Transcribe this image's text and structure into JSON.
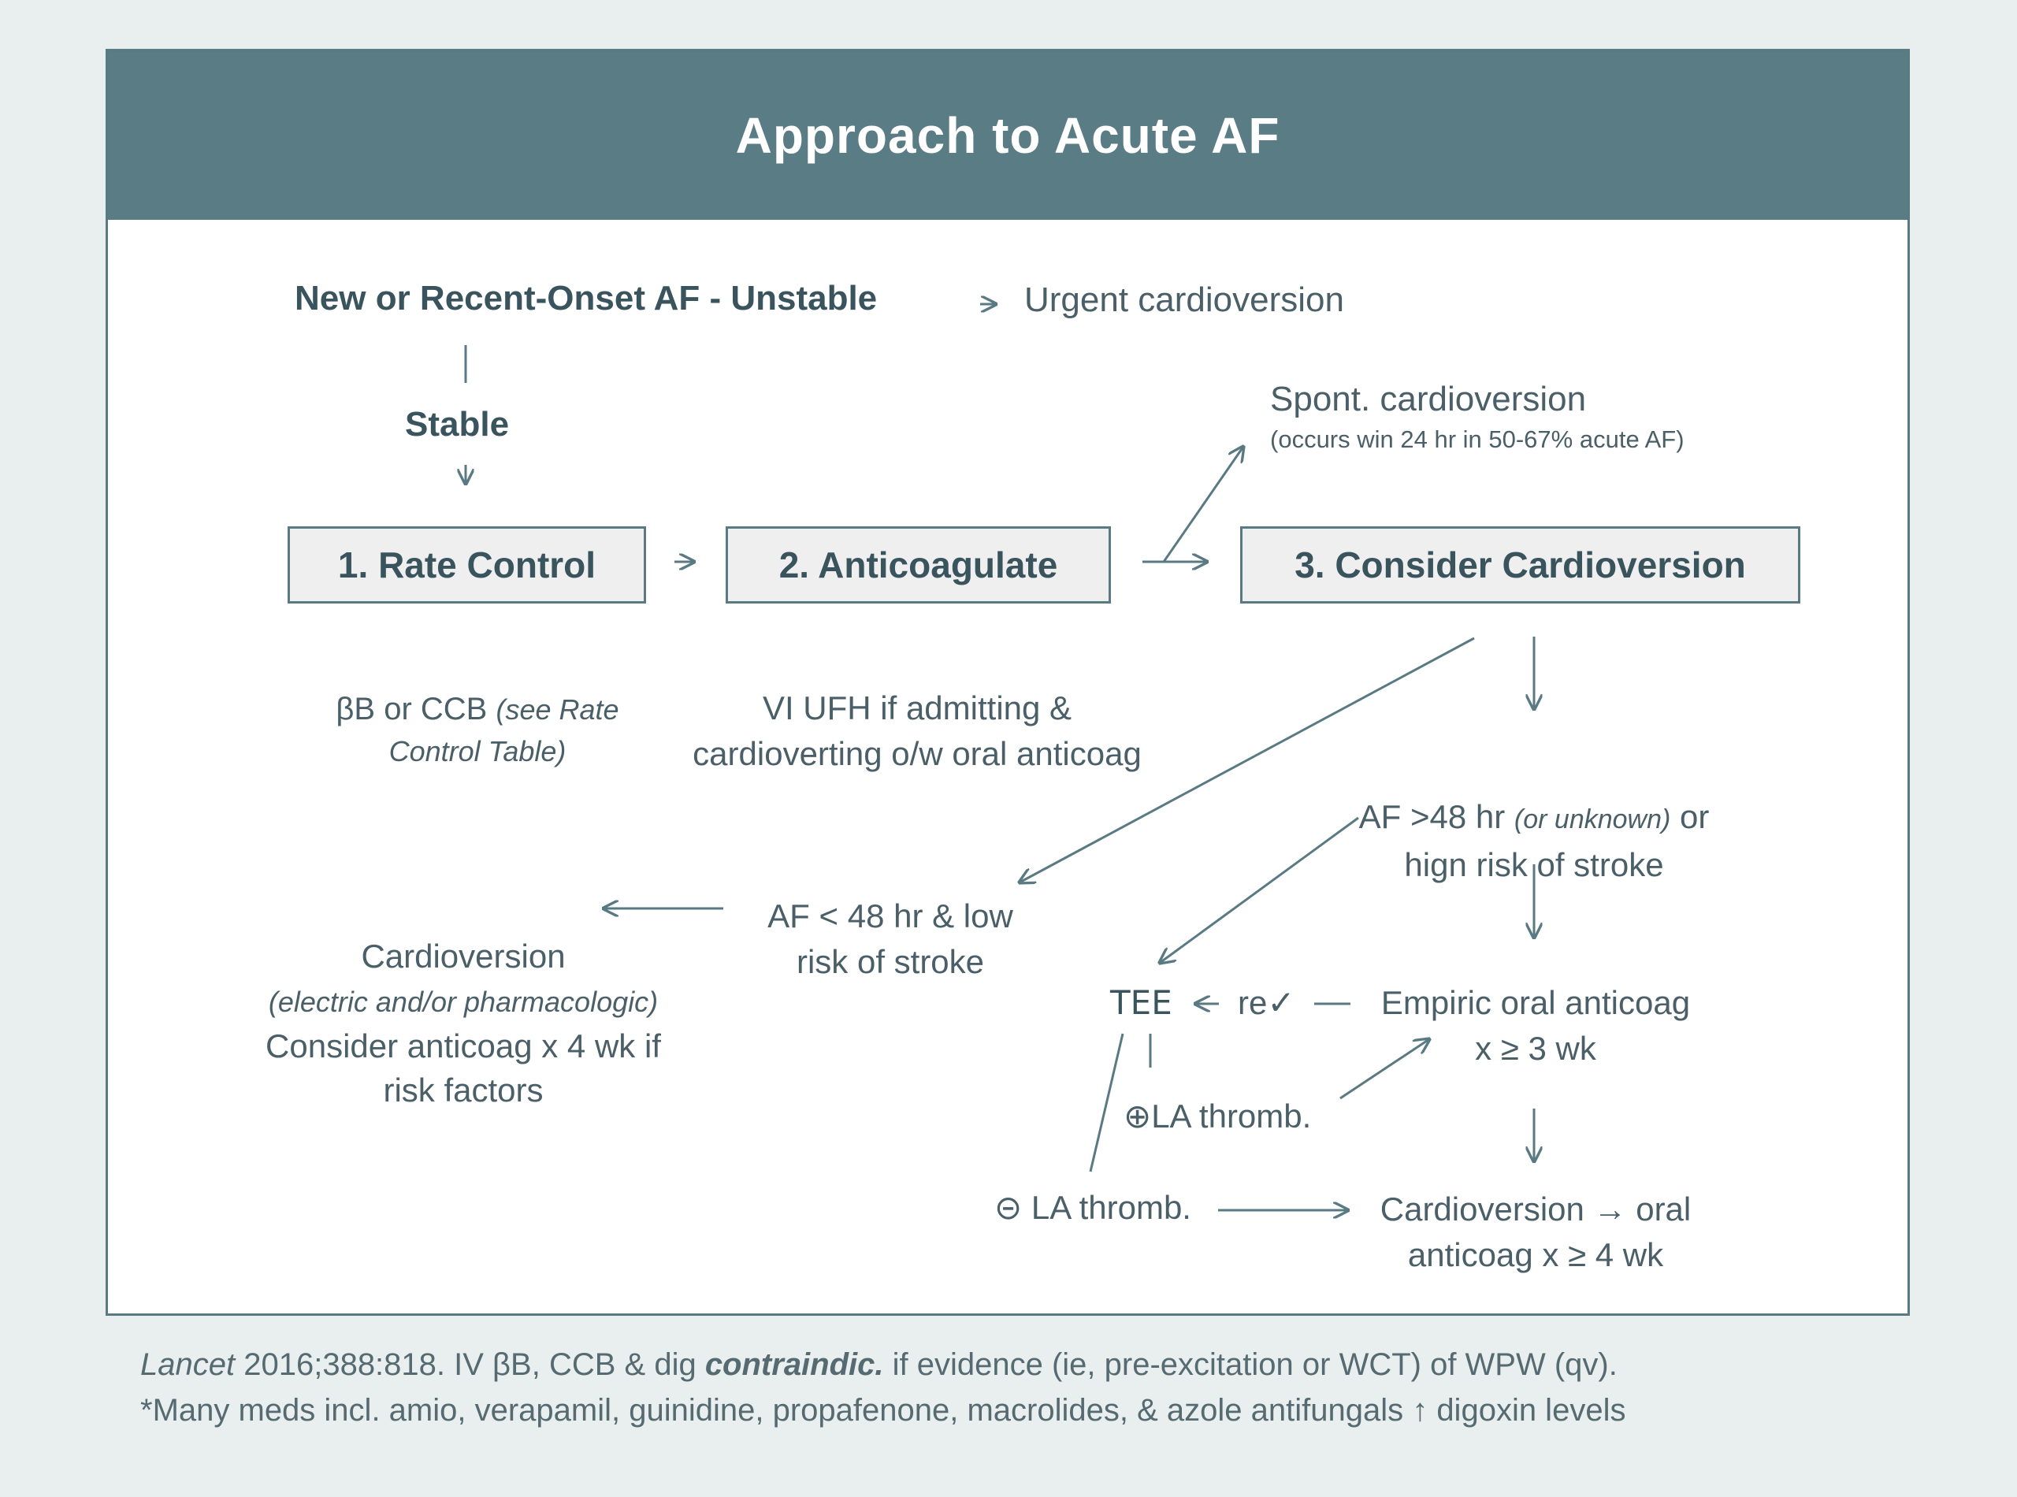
{
  "title": "Approach to Acute AF",
  "top_row": {
    "unstable": "New or Recent-Onset AF - Unstable",
    "urgent": "Urgent cardioversion",
    "stable": "Stable"
  },
  "spont": {
    "main": "Spont. cardioversion",
    "sub": "(occurs win 24 hr in 50-67% acute AF)"
  },
  "boxes": {
    "rate_control": "1.  Rate Control",
    "anticoagulate": "2. Anticoagulate",
    "cardioversion": "3. Consider Cardioversion"
  },
  "rate_note": {
    "line1_a": "βB or CCB",
    "line1_b": "(see Rate",
    "line2": "Control Table)"
  },
  "anticoag_note": {
    "line1": "VI UFH if admitting &",
    "line2": "cardioverting o/w oral anticoag"
  },
  "af_gt48": {
    "line1_a": "AF >48 hr",
    "line1_b": "(or unknown)",
    "line1_c": "or",
    "line2": "hign risk of stroke"
  },
  "af_lt48": {
    "line1": "AF < 48 hr & low",
    "line2": "risk of stroke"
  },
  "cardioversion_left": {
    "line1": "Cardioversion",
    "line2": "(electric and/or pharmacologic)",
    "line3": "Consider anticoag x 4 wk if",
    "line4": "risk factors"
  },
  "tee": {
    "label": "TEE",
    "recheck": "re✓"
  },
  "empiric": {
    "line1": "Empiric oral anticoag",
    "line2": "x ≥ 3 wk"
  },
  "la_pos": "⊕LA thromb.",
  "la_neg": "⊝ LA thromb.",
  "final": {
    "line1": "Cardioversion → oral",
    "line2": "anticoag x ≥ 4 wk"
  },
  "footnote": {
    "l1_journal": "Lancet",
    "l1_a": " 2016;388:818. IV  βB, CCB & dig ",
    "l1_b": "contraindic.",
    "l1_c": " if evidence (ie, pre-excitation or WCT) of WPW (qv).",
    "l2": "*Many meds incl. amio, verapamil, guinidine, propafenone, macrolides, & azole antifungals ↑ digoxin levels"
  },
  "colors": {
    "banner": "#5a7c84",
    "box_fill": "#efefef",
    "border": "#5a7a83",
    "text": "#3d5560",
    "background": "#e9eeee"
  }
}
